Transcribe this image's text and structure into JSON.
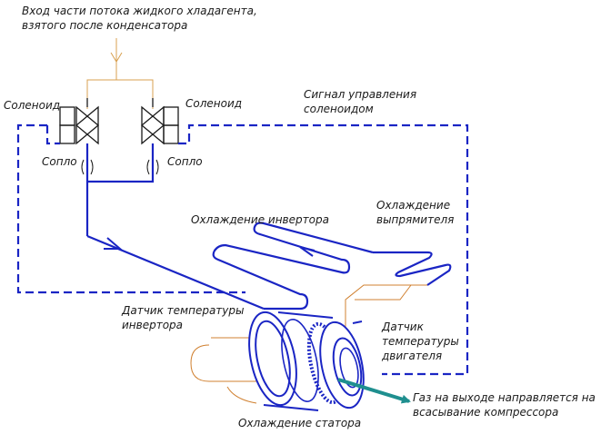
{
  "labels": {
    "input_line1": "Вход части потока жидкого хладагента,",
    "input_line2": "взятого после конденсатора",
    "solenoid_left": "Соленоид",
    "solenoid_right": "Соленоид",
    "nozzle_left": "Сопло",
    "nozzle_right": "Сопло",
    "signal_line1": "Сигнал управления",
    "signal_line2": "соленоидом",
    "inverter_cooling": "Охлаждение инвертора",
    "rectifier_line1": "Охлаждение",
    "rectifier_line2": "выпрямителя",
    "inverter_sensor_line1": "Датчик температуры",
    "inverter_sensor_line2": "инвертора",
    "motor_sensor_line1": "Датчик",
    "motor_sensor_line2": "температуры",
    "motor_sensor_line3": "двигателя",
    "gas_out_line1": "Газ на выходе направляется на",
    "gas_out_line2": "всасывание компрессора",
    "stator_cooling": "Охлаждение статора"
  },
  "colors": {
    "refrigerant_line": "#1a25c4",
    "signal_line": "#1a25c4",
    "input_pipe": "#d8a050",
    "stator_outline": "#d08030",
    "gas_arrow": "#1f8f8f",
    "text": "#1a1a1a"
  }
}
